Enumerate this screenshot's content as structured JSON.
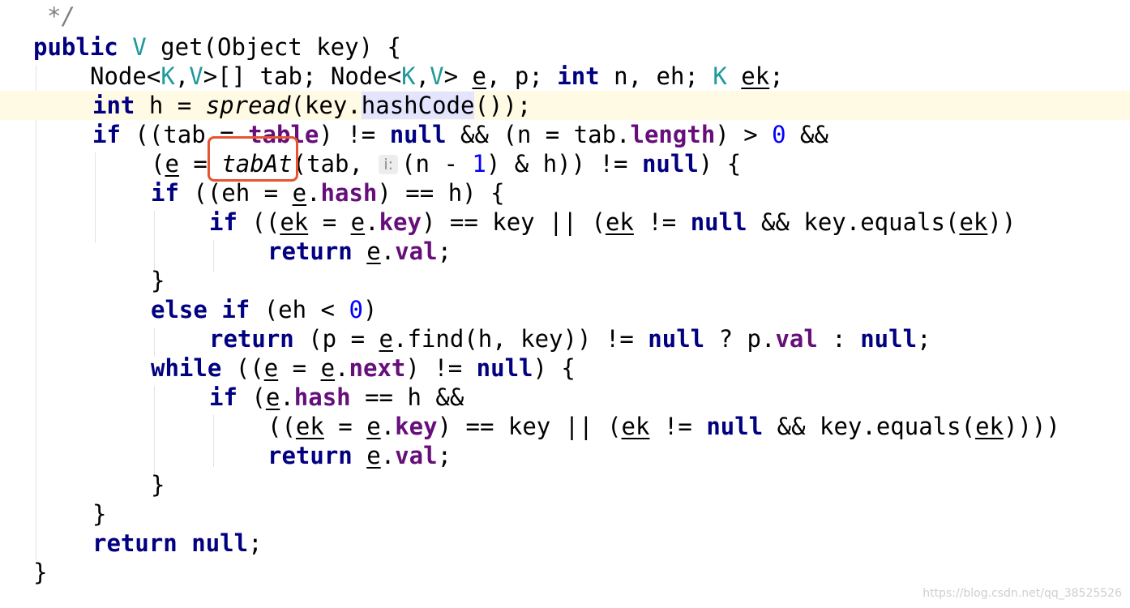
{
  "editor": {
    "lines": [
      [
        [
          "*/",
          "cm"
        ]
      ],
      [
        [
          "public",
          "kw"
        ],
        [
          " "
        ],
        [
          "V",
          "tp"
        ],
        [
          " get(Object key) {"
        ]
      ],
      [
        [
          "Node<"
        ],
        [
          "K",
          "tp"
        ],
        [
          ","
        ],
        [
          "V",
          "tp"
        ],
        [
          ">[] tab; Node<"
        ],
        [
          "K",
          "tp"
        ],
        [
          ","
        ],
        [
          "V",
          "tp"
        ],
        [
          "> "
        ],
        [
          "e",
          "ul"
        ],
        [
          ", p; "
        ],
        [
          "int",
          "kw"
        ],
        [
          " n, eh; "
        ],
        [
          "K",
          "tp"
        ],
        [
          " "
        ],
        [
          "ek",
          "ul"
        ],
        [
          ";"
        ]
      ],
      [
        [
          "int",
          "kw"
        ],
        [
          " h = "
        ],
        [
          "spread",
          "it"
        ],
        [
          "(key."
        ],
        [
          "hashCode",
          "hl"
        ],
        [
          "());"
        ]
      ],
      [
        [
          "if",
          "kw"
        ],
        [
          " ((tab = "
        ],
        [
          "table",
          "fld"
        ],
        [
          ") != "
        ],
        [
          "null",
          "kw"
        ],
        [
          " && (n = tab."
        ],
        [
          "length",
          "fld"
        ],
        [
          ") > "
        ],
        [
          "0",
          "num"
        ],
        [
          " &&"
        ]
      ],
      [
        [
          "("
        ],
        [
          "e",
          "ul"
        ],
        [
          " = "
        ],
        [
          "tabAt",
          "it"
        ],
        [
          "(tab, "
        ],
        [
          "i:",
          "hint"
        ],
        [
          "(n - "
        ],
        [
          "1",
          "num"
        ],
        [
          ") & h)) != "
        ],
        [
          "null",
          "kw"
        ],
        [
          ") {"
        ]
      ],
      [
        [
          "if",
          "kw"
        ],
        [
          " ((eh = "
        ],
        [
          "e",
          "ul"
        ],
        [
          "."
        ],
        [
          "hash",
          "fld"
        ],
        [
          ") == h) {"
        ]
      ],
      [
        [
          "if",
          "kw"
        ],
        [
          " (("
        ],
        [
          "ek",
          "ul"
        ],
        [
          " = "
        ],
        [
          "e",
          "ul"
        ],
        [
          "."
        ],
        [
          "key",
          "fld"
        ],
        [
          ") == key || ("
        ],
        [
          "ek",
          "ul"
        ],
        [
          " != "
        ],
        [
          "null",
          "kw"
        ],
        [
          " && key.equals("
        ],
        [
          "ek",
          "ul"
        ],
        [
          "))"
        ]
      ],
      [
        [
          "return",
          "kw"
        ],
        [
          " "
        ],
        [
          "e",
          "ul"
        ],
        [
          "."
        ],
        [
          "val",
          "fld"
        ],
        [
          ";"
        ]
      ],
      [
        [
          "}"
        ]
      ],
      [
        [
          "else",
          "kw"
        ],
        [
          " "
        ],
        [
          "if",
          "kw"
        ],
        [
          " (eh < "
        ],
        [
          "0",
          "num"
        ],
        [
          ")"
        ]
      ],
      [
        [
          "return",
          "kw"
        ],
        [
          " (p = "
        ],
        [
          "e",
          "ul"
        ],
        [
          ".find(h, key)) != "
        ],
        [
          "null",
          "kw"
        ],
        [
          " ? p."
        ],
        [
          "val",
          "fld"
        ],
        [
          " : "
        ],
        [
          "null",
          "kw"
        ],
        [
          ";"
        ]
      ],
      [
        [
          "while",
          "kw"
        ],
        [
          " (("
        ],
        [
          "e",
          "ul"
        ],
        [
          " = "
        ],
        [
          "e",
          "ul"
        ],
        [
          "."
        ],
        [
          "next",
          "fld"
        ],
        [
          ") != "
        ],
        [
          "null",
          "kw"
        ],
        [
          ") {"
        ]
      ],
      [
        [
          "if",
          "kw"
        ],
        [
          " ("
        ],
        [
          "e",
          "ul"
        ],
        [
          "."
        ],
        [
          "hash",
          "fld"
        ],
        [
          " == h &&"
        ]
      ],
      [
        [
          "(("
        ],
        [
          "ek",
          "ul"
        ],
        [
          " = "
        ],
        [
          "e",
          "ul"
        ],
        [
          "."
        ],
        [
          "key",
          "fld"
        ],
        [
          ") == key || ("
        ],
        [
          "ek",
          "ul"
        ],
        [
          " != "
        ],
        [
          "null",
          "kw"
        ],
        [
          " && key.equals("
        ],
        [
          "ek",
          "ul"
        ],
        [
          "))))"
        ]
      ],
      [
        [
          "return",
          "kw"
        ],
        [
          " "
        ],
        [
          "e",
          "ul"
        ],
        [
          "."
        ],
        [
          "val",
          "fld"
        ],
        [
          ";"
        ]
      ],
      [
        [
          "}"
        ]
      ],
      [
        [
          "}"
        ]
      ],
      [
        [
          "return",
          "kw"
        ],
        [
          " "
        ],
        [
          "null",
          "kw"
        ],
        [
          ";"
        ]
      ],
      [
        [
          "}"
        ]
      ]
    ],
    "highlight_color": "#e8542f",
    "caret_line_color": "#fffae3"
  },
  "watermark": "https://blog.csdn.net/qq_38525526"
}
